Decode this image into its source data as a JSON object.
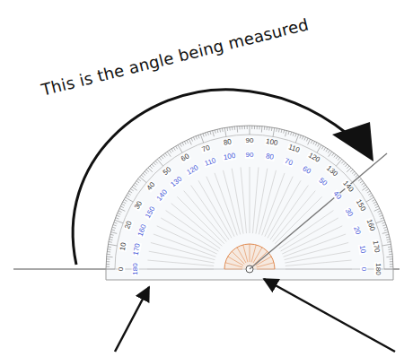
{
  "diagram": {
    "labels": [
      "This is the angle being measured",
      "0",
      "10",
      "20",
      "30",
      "40",
      "50",
      "60",
      "70",
      "80",
      "90",
      "100",
      "110",
      "120",
      "130",
      "140",
      "150",
      "160",
      "170",
      "180",
      "180",
      "170",
      "160",
      "150",
      "140",
      "130",
      "120",
      "110",
      "100",
      "90",
      "80",
      "70",
      "60",
      "50",
      "40",
      "30",
      "20",
      "10",
      "0"
    ]
  }
}
